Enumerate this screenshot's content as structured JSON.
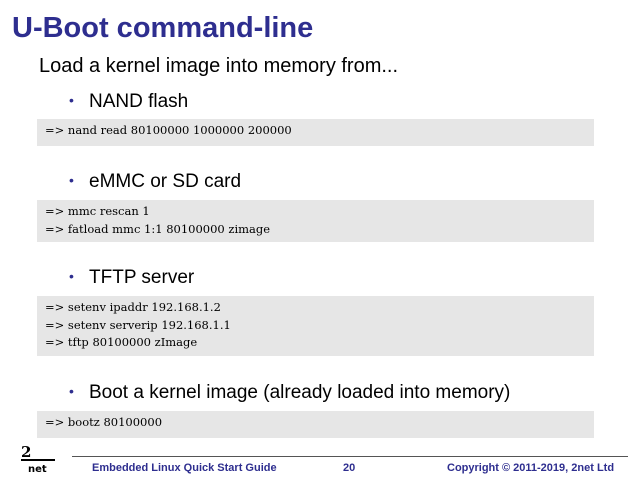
{
  "title": "U-Boot command-line",
  "subtitle": "Load a kernel image into memory from...",
  "sections": [
    {
      "bullet": "NAND flash",
      "code": [
        "=> nand read 80100000 1000000 200000"
      ]
    },
    {
      "bullet": "eMMC or SD card",
      "code": [
        "=> mmc rescan 1",
        "=> fatload mmc 1:1 80100000 zimage"
      ]
    },
    {
      "bullet": "TFTP server",
      "code": [
        "=> setenv ipaddr 192.168.1.2",
        "=> setenv serverip 192.168.1.1",
        "=> tftp 80100000 zImage"
      ]
    },
    {
      "bullet": "Boot a kernel image (already loaded into memory)",
      "code": [
        "=> bootz 80100000"
      ]
    }
  ],
  "footer": {
    "logo_text": "2net",
    "guide": "Embedded Linux Quick Start Guide",
    "page": "20",
    "copyright": "Copyright © 2011-2019, 2net Ltd"
  },
  "colors": {
    "title": "#2e2e8f",
    "code_bg": "#e6e6e6"
  }
}
